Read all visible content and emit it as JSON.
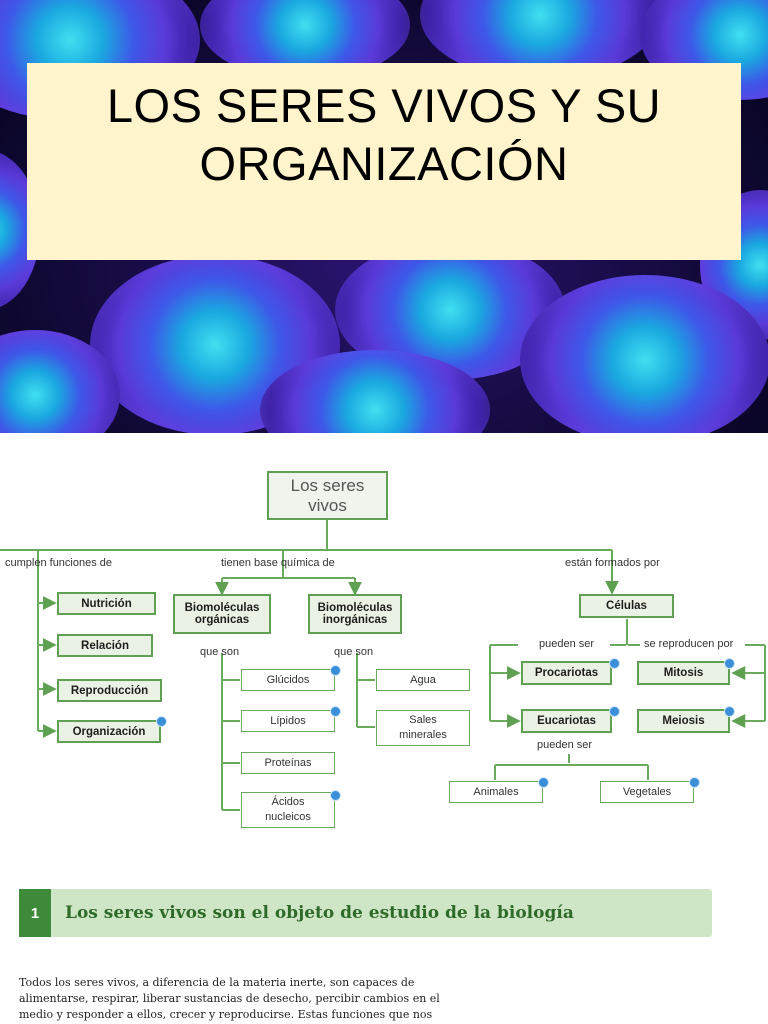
{
  "banner": {
    "title_line1": "LOS SERES VIVOS Y SU",
    "title_line2": "ORGANIZACIÓN"
  },
  "map": {
    "root": [
      "Los seres",
      "vivos"
    ],
    "branch_labels": {
      "funciones": "cumplen funciones de",
      "base": "tienen base química de",
      "formados": "están formados por",
      "que_son_1": "que son",
      "que_son_2": "que son",
      "pueden_ser_1": "pueden ser",
      "reproducen": "se reproducen por",
      "pueden_ser_2": "pueden ser"
    },
    "funciones": [
      "Nutrición",
      "Relación",
      "Reproducción",
      "Organización"
    ],
    "bio_organicas": [
      "Biomoléculas",
      "orgánicas"
    ],
    "bio_inorganicas": [
      "Biomoléculas",
      "inorgánicas"
    ],
    "organicas_items": [
      "Glúcidos",
      "Lípidos",
      "Proteínas"
    ],
    "acidos": [
      "Ácidos",
      "nucleicos"
    ],
    "inorganicas_items": [
      "Agua"
    ],
    "sales": [
      "Sales",
      "minerales"
    ],
    "celulas": "Células",
    "procariotas": "Procariotas",
    "eucariotas": "Eucariotas",
    "mitosis": "Mitosis",
    "meiosis": "Meiosis",
    "animales": "Animales",
    "vegetales": "Vegetales"
  },
  "section": {
    "number": "1",
    "title": "Los seres vivos son el objeto de estudio de la biología"
  },
  "body_lines": [
    "Todos los seres vivos, a diferencia de la materia inerte, son capaces de",
    "alimentarse, respirar, liberar sustancias de desecho, percibir cambios en el",
    "medio y responder a ellos, crecer y reproducirse. Estas funciones que nos"
  ],
  "colors": {
    "accent_green": "#5fa052",
    "dark_green": "#3d8a3a",
    "title_bg": "#fff4cc",
    "pin_blue": "#3a8fd8"
  }
}
